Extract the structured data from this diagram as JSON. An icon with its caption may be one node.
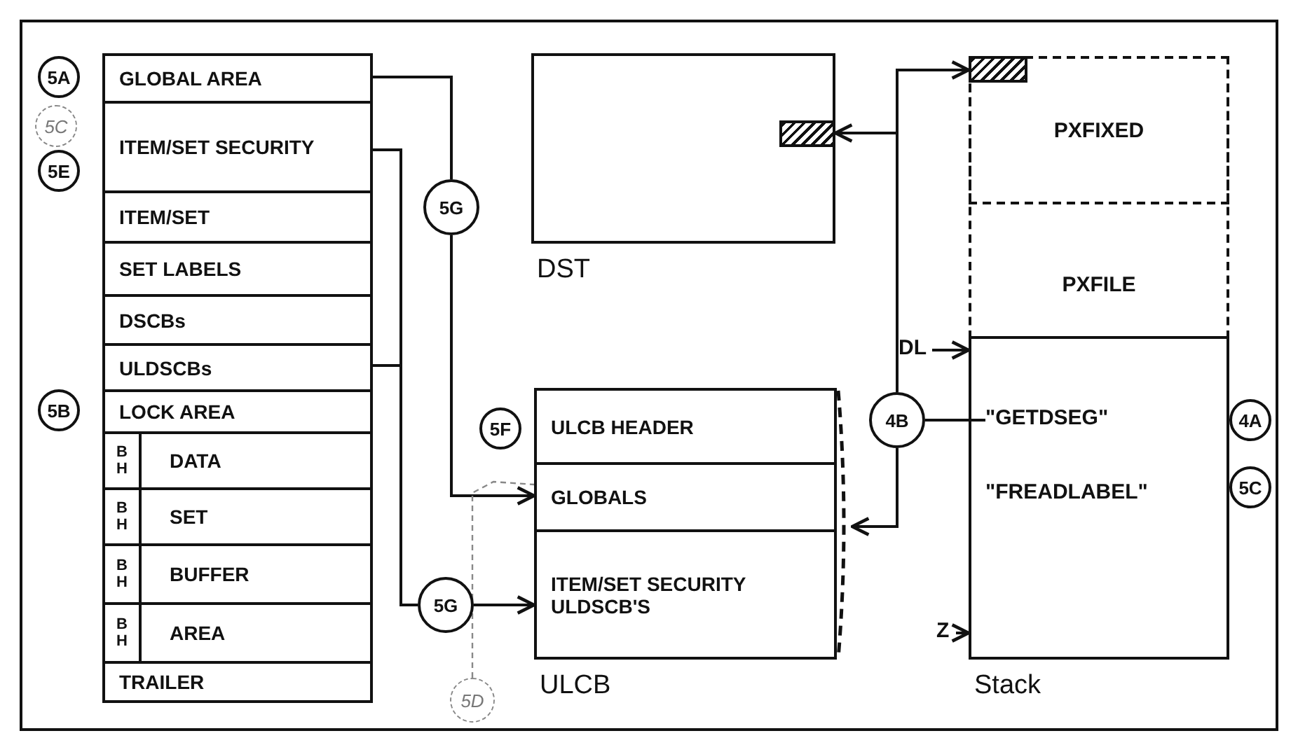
{
  "diagram": {
    "nodes": [
      {
        "text": [
          "GLOBAL AREA"
        ]
      },
      {
        "text": [
          "ITEM/SET SECURITY"
        ]
      },
      {
        "text": [
          "ITEM/SET"
        ]
      },
      {
        "text": [
          "SET LABELS"
        ]
      },
      {
        "text": [
          "DSCBs"
        ]
      },
      {
        "text": [
          "ULDSCBs"
        ]
      },
      {
        "text": [
          "LOCK AREA"
        ]
      },
      {
        "text": [
          "B H",
          "DATA"
        ]
      },
      {
        "text": [
          "B H",
          "SET"
        ]
      },
      {
        "text": [
          "B H",
          "BUFFER"
        ]
      },
      {
        "text": [
          "B H",
          "AREA"
        ]
      },
      {
        "text": [
          "TRAILER"
        ]
      },
      {
        "text": [
          "5G"
        ]
      },
      {
        "text": [
          "DST"
        ]
      },
      {
        "text": [],
        "shape": "bar",
        "in": 13
      },
      {
        "text": [
          "ULCB"
        ]
      },
      {
        "text": [
          "ULCB HEADER"
        ],
        "in": 15
      },
      {
        "text": [
          "GLOBALS"
        ],
        "in": 15
      },
      {
        "text": [
          "ITEM/SET SECURITY ULDSCB'S"
        ],
        "in": 15
      },
      {
        "text": [
          "5G"
        ]
      },
      {
        "text": [
          "PXFILE"
        ]
      },
      {
        "text": [
          "PXFIXED"
        ],
        "in": 20
      },
      {
        "text": [],
        "shape": "bar",
        "in": 21
      },
      {
        "text": [
          "Stack"
        ]
      },
      {
        "text": [
          "\"GETDSEG\""
        ],
        "in": 23
      },
      {
        "text": [
          "\"FREADLABEL\""
        ],
        "in": 23
      },
      {
        "text": [
          "4B"
        ]
      },
      {
        "text": [
          "DL"
        ]
      },
      {
        "text": [
          "Z"
        ]
      },
      {
        "text": [
          "5D"
        ]
      },
      {
        "text": [],
        "shape": "line"
      },
      {
        "text": [
          "5C"
        ]
      }
    ],
    "edges": [
      {
        "from": 0,
        "to": 12,
        "arrow": "none"
      },
      {
        "from": 12,
        "to": 17,
        "arrow": "to"
      },
      {
        "from": 1,
        "to": 19,
        "arrow": "none"
      },
      {
        "from": 5,
        "to": 19,
        "arrow": "none"
      },
      {
        "from": 19,
        "to": 18,
        "arrow": "to"
      },
      {
        "from": 26,
        "to": 24,
        "arrow": "none"
      },
      {
        "from": 26,
        "to": 30,
        "arrow": "to"
      },
      {
        "from": 26,
        "to": 14,
        "arrow": "to"
      },
      {
        "from": 26,
        "to": 22,
        "arrow": "to"
      },
      {
        "from": 27,
        "to": 23,
        "arrow": "to"
      },
      {
        "from": 28,
        "to": 23,
        "arrow": "to"
      },
      {
        "from": 29,
        "to": 17,
        "arrow": "none",
        "style": "dashed",
        "color": "#888888"
      }
    ],
    "labels": [
      "5A",
      "5E",
      "5B",
      "5F",
      "4A",
      "5C"
    ]
  }
}
